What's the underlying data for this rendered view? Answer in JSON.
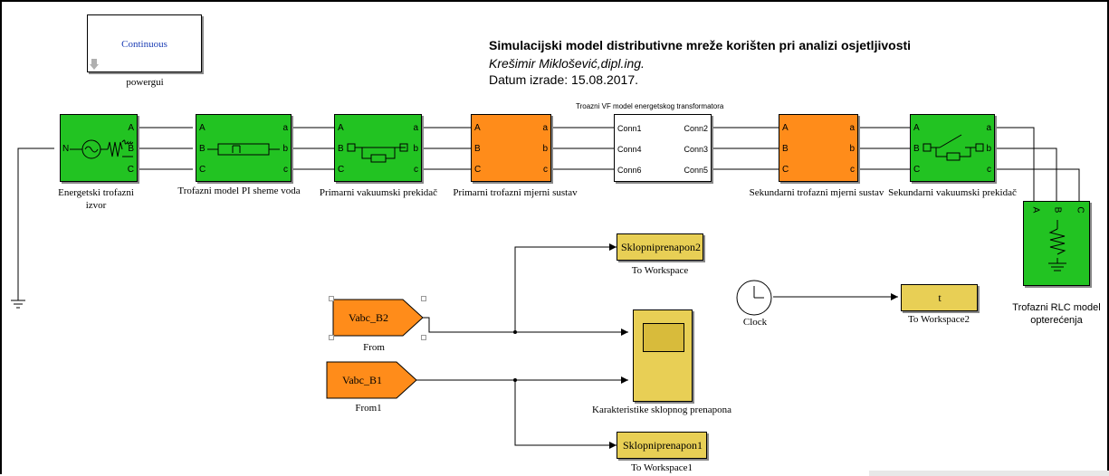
{
  "header": {
    "title": "Simulacijski model distributivne mreže korišten pri analizi osjetljivosti",
    "author": "Krešimir Miklošević,dipl.ing.",
    "date": "Datum izrade: 15.08.2017."
  },
  "powergui": {
    "mode": "Continuous",
    "label": "powergui"
  },
  "blocks": {
    "source": {
      "label_line1": "Energetski trofazni",
      "label_line2": "izvor",
      "port_n": "N",
      "port_a": "A",
      "port_b": "B",
      "port_c": "C"
    },
    "line_pi": {
      "label": "Trofazni model PI sheme voda",
      "in_a": "A",
      "in_b": "B",
      "in_c": "C",
      "out_a": "a",
      "out_b": "b",
      "out_c": "c"
    },
    "breaker1": {
      "label": "Primarni vakuumski prekidač",
      "in_a": "A",
      "in_b": "B",
      "in_c": "C",
      "out_a": "a",
      "out_b": "b",
      "out_c": "c"
    },
    "meas1": {
      "label": "Primarni trofazni mjerni sustav",
      "in_a": "A",
      "in_b": "B",
      "in_c": "C",
      "out_a": "a",
      "out_b": "b",
      "out_c": "c"
    },
    "transformer": {
      "title": "Troazni VF model energetskog transformatora",
      "conn1": "Conn1",
      "conn4": "Conn4",
      "conn6": "Conn6",
      "conn2": "Conn2",
      "conn3": "Conn3",
      "conn5": "Conn5"
    },
    "meas2": {
      "label": "Sekundarni trofazni mjerni sustav",
      "in_a": "A",
      "in_b": "B",
      "in_c": "C",
      "out_a": "a",
      "out_b": "b",
      "out_c": "c"
    },
    "breaker2": {
      "label": "Sekundarni vakuumski prekidač",
      "in_a": "A",
      "in_b": "B",
      "in_c": "C",
      "out_a": "a",
      "out_b": "b",
      "out_c": "c"
    },
    "rlc": {
      "label_line1": "Trofazni RLC model",
      "label_line2": "opterećenja",
      "port_a": "A",
      "port_b": "B",
      "port_c": "C"
    },
    "ws_sklop2": {
      "var": "Sklopniprenapon2",
      "label": "To Workspace"
    },
    "from_b2": {
      "tag": "Vabc_B2",
      "label": "From"
    },
    "from_b1": {
      "tag": "Vabc_B1",
      "label": "From1"
    },
    "scope": {
      "label": "Karakteristike sklopnog prenapona"
    },
    "ws_sklop1": {
      "var": "Sklopniprenapon1",
      "label": "To Workspace1"
    },
    "clock": {
      "label": "Clock"
    },
    "ws_t": {
      "var": "t",
      "label": "To Workspace2"
    }
  }
}
